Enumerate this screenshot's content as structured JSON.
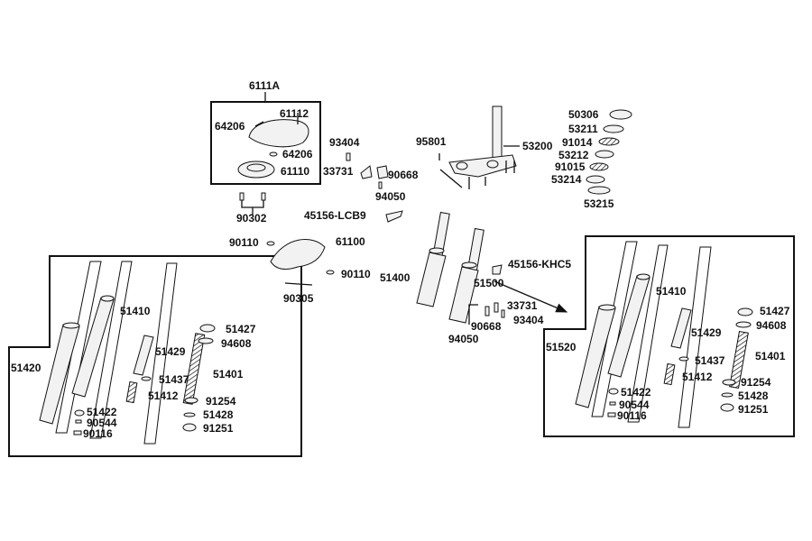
{
  "title": "6111A",
  "colors": {
    "ink": "#111111",
    "background": "#ffffff",
    "part_fill": "#f2f2f2"
  },
  "labels": {
    "l_6111A": "6111A",
    "l_61112": "61112",
    "l_64206a": "64206",
    "l_64206b": "64206",
    "l_61110": "61110",
    "l_90302": "90302",
    "l_93404a": "93404",
    "l_33731a": "33731",
    "l_90668a": "90668",
    "l_94050a": "94050",
    "l_95801": "95801",
    "l_53200": "53200",
    "l_50306": "50306",
    "l_53211": "53211",
    "l_91014": "91014",
    "l_53212": "53212",
    "l_91015": "91015",
    "l_53214": "53214",
    "l_53215": "53215",
    "l_45156LCB9": "45156-LCB9",
    "l_90110a": "90110",
    "l_61100": "61100",
    "l_90110b": "90110",
    "l_90305": "90305",
    "l_51400": "51400",
    "l_45156KHC5": "45156-KHC5",
    "l_51500": "51500",
    "l_33731b": "33731",
    "l_90668b": "90668",
    "l_93404b": "93404",
    "l_94050b": "94050",
    "l_51410L": "51410",
    "l_51427L": "51427",
    "l_94608L": "94608",
    "l_51429L": "51429",
    "l_51420": "51420",
    "l_51437L": "51437",
    "l_51401L": "51401",
    "l_51412L": "51412",
    "l_91254L": "91254",
    "l_51422L": "51422",
    "l_51428L": "51428",
    "l_90544L": "90544",
    "l_91251L": "91251",
    "l_90116L": "90116",
    "l_51410R": "51410",
    "l_51427R": "51427",
    "l_94608R": "94608",
    "l_51520": "51520",
    "l_51429R": "51429",
    "l_51401R": "51401",
    "l_51437R": "51437",
    "l_51412R": "51412",
    "l_91254R": "91254",
    "l_51422R": "51422",
    "l_51428R": "51428",
    "l_90544R": "90544",
    "l_91251R": "91251",
    "l_90116R": "90116"
  }
}
